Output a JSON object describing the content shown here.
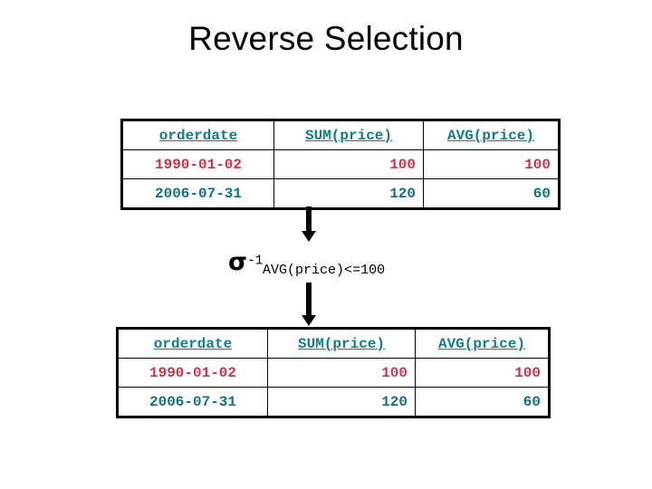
{
  "slide": {
    "title": "Reverse Selection"
  },
  "colors": {
    "header_teal": "#117F7F",
    "row_highlight_red": "#C8344C",
    "row_teal": "#13707F",
    "border_black": "#000000",
    "background": "#ffffff"
  },
  "operator": {
    "symbol": "σ",
    "superscript": "-1",
    "subscript": "AVG(price)<=100",
    "full_text": "σ-1 AVG(price)<=100"
  },
  "tables": [
    {
      "id": "input-relation",
      "headers": [
        "orderdate",
        "SUM(price)",
        "AVG(price)"
      ],
      "rows": [
        {
          "style": "highlight",
          "cells": [
            "1990-01-02",
            "100",
            "100"
          ]
        },
        {
          "style": "normal",
          "cells": [
            "2006-07-31",
            "120",
            "60"
          ]
        }
      ]
    },
    {
      "id": "output-relation",
      "headers": [
        "orderdate",
        "SUM(price)",
        "AVG(price)"
      ],
      "rows": [
        {
          "style": "highlight",
          "cells": [
            "1990-01-02",
            "100",
            "100"
          ]
        },
        {
          "style": "normal",
          "cells": [
            "2006-07-31",
            "120",
            "60"
          ]
        }
      ]
    }
  ],
  "arrows": [
    {
      "name": "arrow-to-operator",
      "direction": "down"
    },
    {
      "name": "arrow-to-result",
      "direction": "down"
    }
  ]
}
